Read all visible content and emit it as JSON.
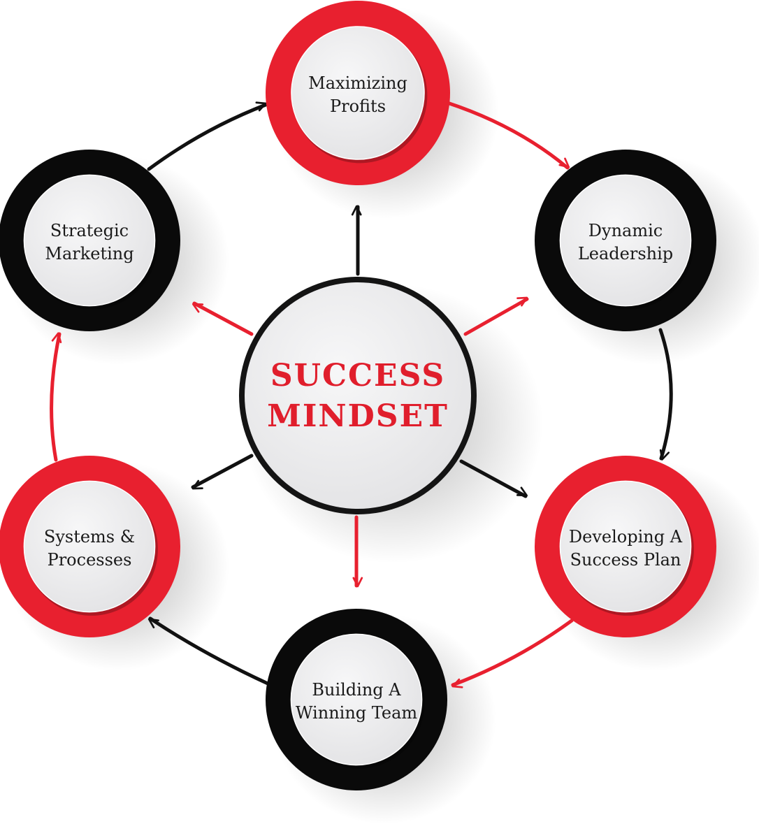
{
  "center": {
    "line1": "SUCCESS",
    "line2": "MINDSET"
  },
  "nodes": [
    {
      "id": "maximizing-profits",
      "ring": "red",
      "line1": "Maximizing",
      "line2": "Profits"
    },
    {
      "id": "dynamic-leadership",
      "ring": "black",
      "line1": "Dynamic",
      "line2": "Leadership"
    },
    {
      "id": "developing-success-plan",
      "ring": "red",
      "line1": "Developing A",
      "line2": "Success Plan"
    },
    {
      "id": "building-winning-team",
      "ring": "black",
      "line1": "Building A",
      "line2": "Winning Team"
    },
    {
      "id": "systems-processes",
      "ring": "red",
      "line1": "Systems &",
      "line2": "Processes"
    },
    {
      "id": "strategic-marketing",
      "ring": "black",
      "line1": "Strategic",
      "line2": "Marketing"
    }
  ],
  "colors": {
    "red": "#e8202f",
    "black": "#0a0a0a",
    "inner": "#ededee",
    "center_text": "#e01e2c"
  }
}
